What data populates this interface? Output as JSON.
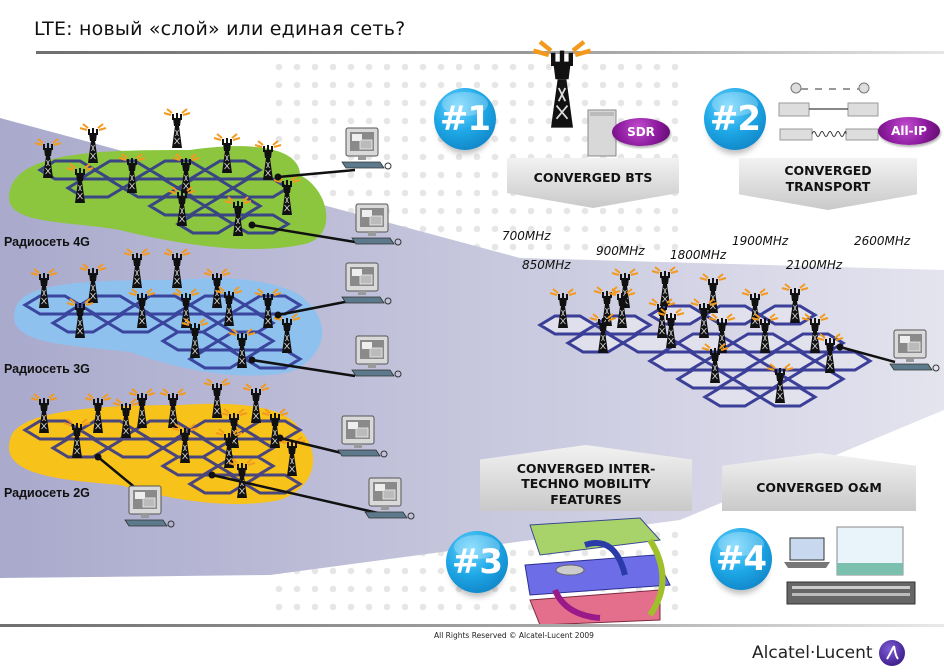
{
  "header": {
    "title": "LTE: новый «слой» или единая сеть?"
  },
  "legacy_networks": [
    {
      "label": "Радиосеть 4G",
      "color": "#8cc63f"
    },
    {
      "label": "Радиосеть 3G",
      "color": "#8fc1ef"
    },
    {
      "label": "Радиосеть 2G",
      "color": "#f7c21a"
    }
  ],
  "frequencies": [
    "700MHz",
    "850MHz",
    "900MHz",
    "1800MHz",
    "1900MHz",
    "2100MHz",
    "2600MHz"
  ],
  "pillars": [
    {
      "number": "#1",
      "banner": "CONVERGED BTS",
      "tag": "SDR"
    },
    {
      "number": "#2",
      "banner": "CONVERGED TRANSPORT",
      "banner_lines": [
        "CONVERGED",
        "TRANSPORT"
      ],
      "tag": "All-IP"
    },
    {
      "number": "#3",
      "banner": "CONVERGED INTER-TECHNO MOBILITY FEATURES",
      "banner_lines": [
        "CONVERGED INTER-",
        "TECHNO MOBILITY",
        "FEATURES"
      ]
    },
    {
      "number": "#4",
      "banner": "CONVERGED O&M"
    }
  ],
  "colors": {
    "wedge": "#b9b9d6",
    "badge_blue": "#1ea7e6",
    "tag_purple": "#8b1a9c",
    "hex_outline": "#2b2f8f",
    "antenna_orange": "#f39a1e"
  },
  "footer": {
    "copyright": "All Rights Reserved © Alcatel-Lucent 2009",
    "brand": "Alcatel·Lucent"
  }
}
